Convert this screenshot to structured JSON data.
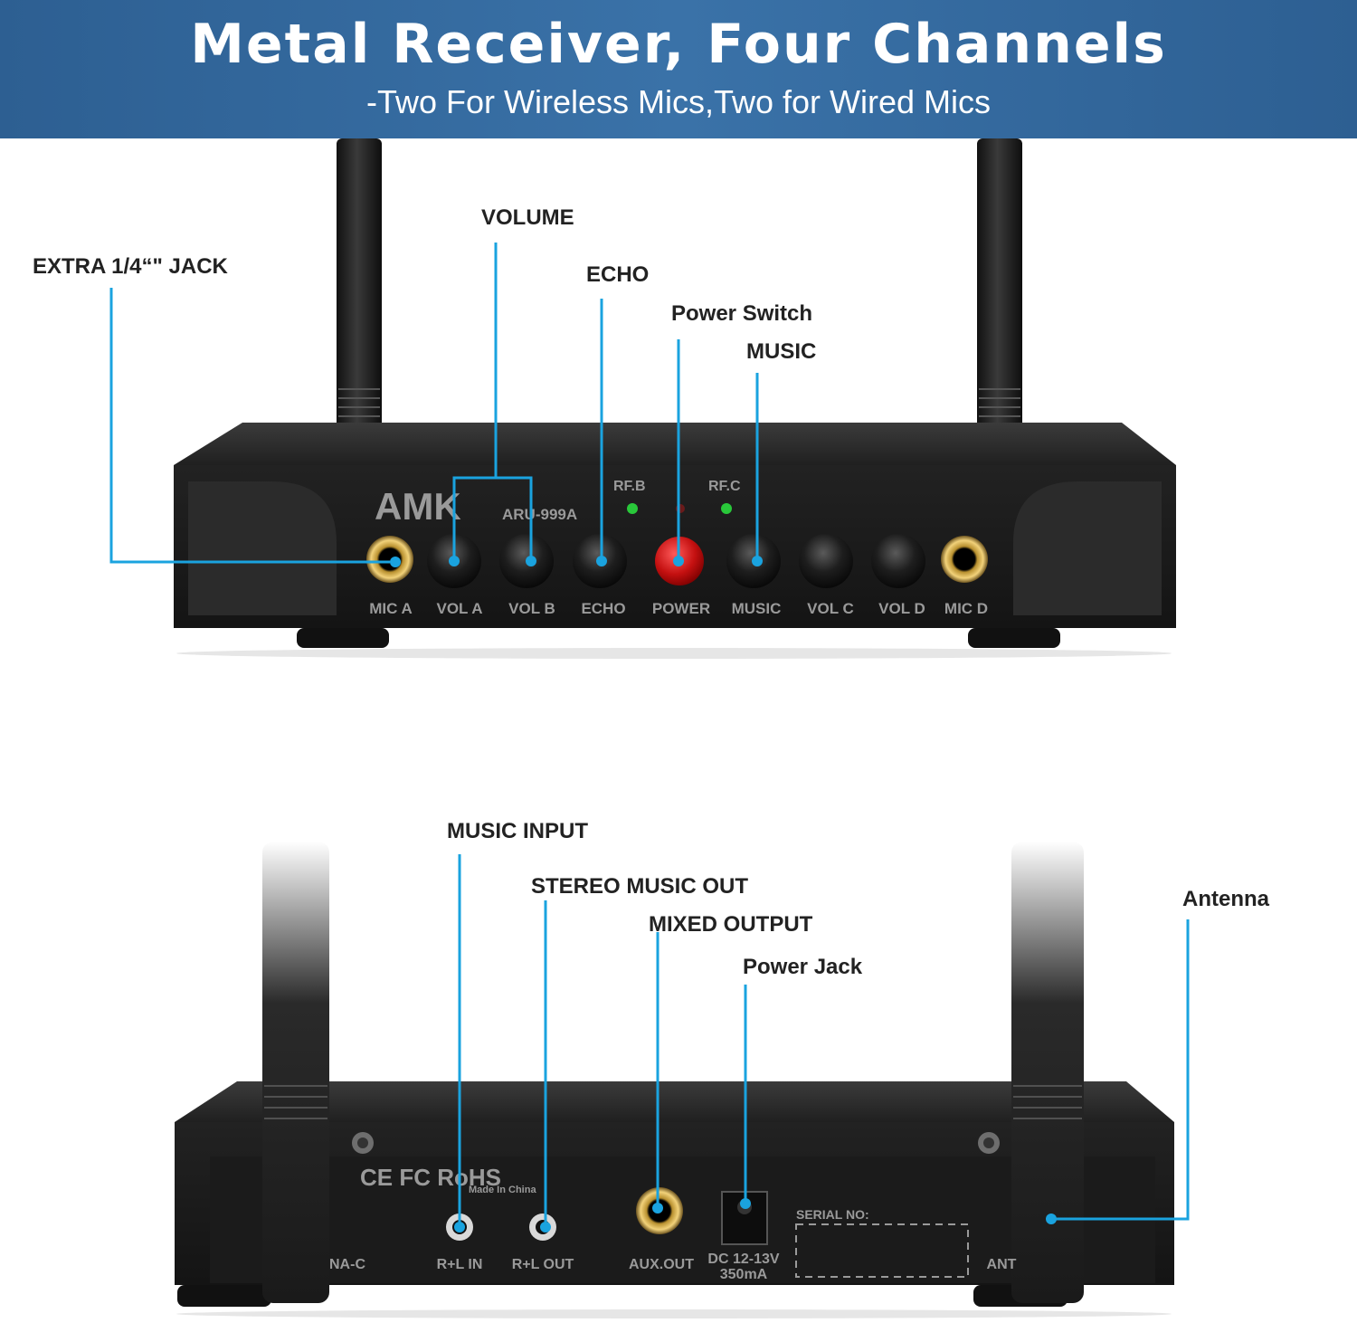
{
  "header": {
    "title": "Metal Receiver, Four Channels",
    "subtitle": "-Two For Wireless Mics,Two for Wired Mics"
  },
  "front_panel": {
    "brand": "AMK",
    "model": "ARU-999A",
    "indicators": [
      "RF.B",
      "RF.C"
    ],
    "controls": [
      "MIC A",
      "VOL A",
      "VOL B",
      "ECHO",
      "POWER",
      "MUSIC",
      "VOL C",
      "VOL D",
      "MIC D"
    ],
    "callouts": {
      "extra_jack": "EXTRA 1/4“\" JACK",
      "volume": "VOLUME",
      "echo": "ECHO",
      "power_switch": "Power Switch",
      "music": "MUSIC"
    }
  },
  "rear_panel": {
    "certifications": "CE FC RoHS",
    "made_in": "Made In China",
    "ports": [
      "NA-C",
      "R+L IN",
      "R+L OUT",
      "AUX.OUT",
      "DC 12-13V",
      "350mA",
      "ANT"
    ],
    "serial_label": "SERIAL NO:",
    "callouts": {
      "music_input": "MUSIC INPUT",
      "stereo_out": "STEREO MUSIC OUT",
      "mixed_output": "MIXED OUTPUT",
      "power_jack": "Power Jack",
      "antenna": "Antenna"
    }
  },
  "colors": {
    "banner": "#3a72a8",
    "callout_line": "#1aa3df",
    "device_body": "#1c1c1c",
    "power_button": "#c41010",
    "led_green": "#29c83a"
  }
}
